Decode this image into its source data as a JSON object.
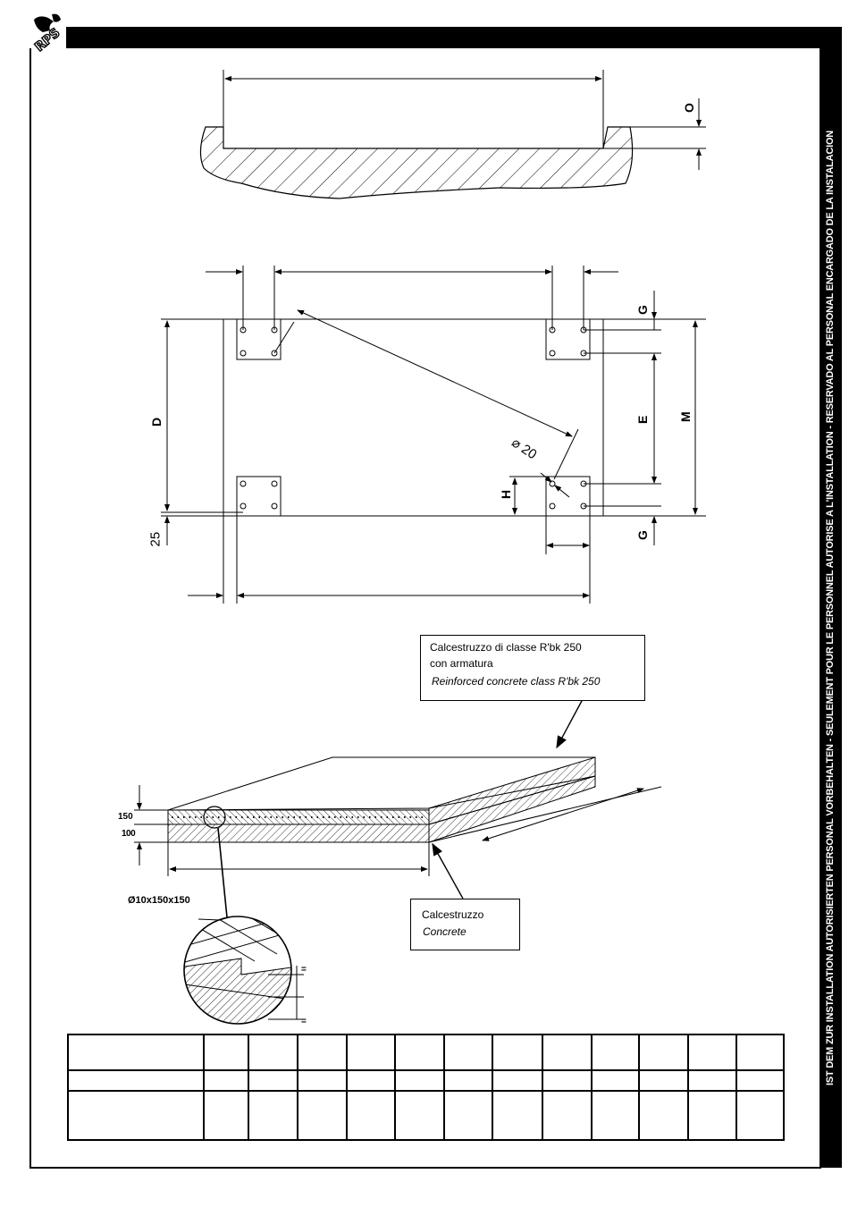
{
  "header": {
    "logo": "rps-logo-mark",
    "side_notice": "IST DEM ZUR INSTALLATION AUTORISIERTEN PERSONAL VORBEHALTEN - SEULEMENT POUR LE PERSONNEL AUTORISE A L'INSTALLATION - RESERVADO AL PERSONAL ENCARGADO DE LA INSTALACION"
  },
  "top_drawing": {
    "dim_o": "O"
  },
  "plan_drawing": {
    "dim_d": "D",
    "dim_25": "25",
    "dim_g_top": "G",
    "dim_e": "E",
    "dim_m": "M",
    "dim_h": "H",
    "dim_g_bottom": "G",
    "dim_diameter": "⌀ 20"
  },
  "slab_drawing": {
    "callout_reinforced": {
      "line1": "Calcestruzzo di classe R'bk 250",
      "line2": "con armatura",
      "line3": "Reinforced concrete class R'bk 250"
    },
    "callout_concrete": {
      "line1": "Calcestruzzo",
      "line2": "Concrete"
    },
    "dim_150": "150",
    "dim_100": "100",
    "mesh_label": "Ø10x150x150",
    "equal_top": "=",
    "equal_bottom": "="
  },
  "spec_table": {
    "rows": [
      [
        "",
        "",
        "",
        "",
        "",
        "",
        "",
        "",
        "",
        "",
        "",
        "",
        ""
      ],
      [
        "",
        "",
        "",
        "",
        "",
        "",
        "",
        "",
        "",
        "",
        "",
        "",
        ""
      ],
      [
        "",
        "",
        "",
        "",
        "",
        "",
        "",
        "",
        "",
        "",
        "",
        "",
        ""
      ]
    ]
  },
  "colors": {
    "ink": "#000000",
    "paper": "#ffffff"
  }
}
